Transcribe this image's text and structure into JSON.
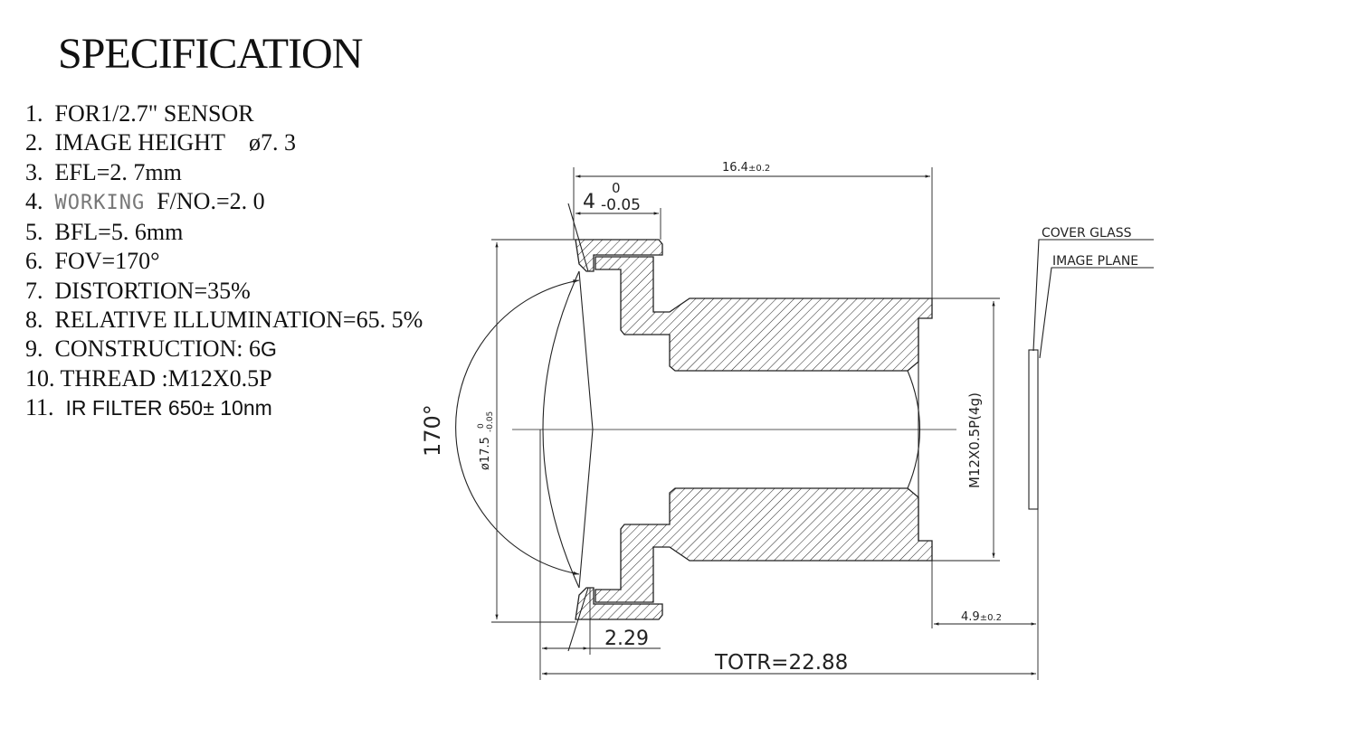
{
  "title": "SPECIFICATION",
  "specs": [
    {
      "num": "1.",
      "text": "FOR1/2.7\" SENSOR"
    },
    {
      "num": "2.",
      "text": "IMAGE HEIGHT",
      "value": "ø7. 3"
    },
    {
      "num": "3.",
      "text": "EFL=2. 7mm"
    },
    {
      "num": "4.",
      "prefix": "WORKING",
      "text": "F/NO.=2. 0"
    },
    {
      "num": "5.",
      "text": "BFL=5. 6mm"
    },
    {
      "num": "6.",
      "text": "FOV=170°"
    },
    {
      "num": "7.",
      "text": "DISTORTION=35%"
    },
    {
      "num": "8.",
      "text": "RELATIVE ILLUMINATION=65. 5%"
    },
    {
      "num": "9.",
      "text": "CONSTRUCTION: 6",
      "suffix": "G"
    },
    {
      "num": "10.",
      "text": "THREAD :M12X0.5P"
    },
    {
      "num": "11.",
      "text": "IR FILTER 650± 10nm"
    }
  ],
  "drawing": {
    "dim_length": "16.4",
    "dim_length_tol": "±0.2",
    "dim_cap": "4",
    "dim_cap_tol_upper": "0",
    "dim_cap_tol_lower": "-0.05",
    "dim_diameter": "ø17.5",
    "dim_diameter_tol_upper": "0",
    "dim_diameter_tol_lower": "-0.05",
    "fov_angle": "170°",
    "thread": "M12X0.5P(4g)",
    "dim_flange": "2.29",
    "dim_bfl": "4.9",
    "dim_bfl_tol": "±0.2",
    "totr": "TOTR=22.88",
    "label_cover_glass": "COVER GLASS",
    "label_image_plane": "IMAGE PLANE"
  }
}
